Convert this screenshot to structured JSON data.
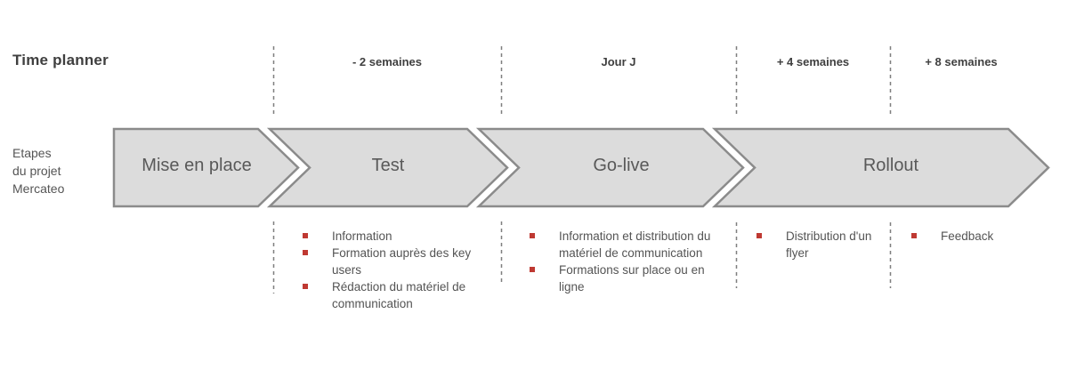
{
  "title": "Time planner",
  "row_label": {
    "lines": [
      "Etapes",
      "du projet",
      "Mercateo"
    ]
  },
  "milestones": [
    {
      "label": "- 2 semaines"
    },
    {
      "label": "Jour J"
    },
    {
      "label": "+ 4 semaines"
    },
    {
      "label": "+ 8 semaines"
    }
  ],
  "phases": [
    {
      "name": "Mise en place"
    },
    {
      "name": "Test"
    },
    {
      "name": "Go-live"
    },
    {
      "name": "Rollout"
    }
  ],
  "task_columns": [
    {
      "items": [
        "Information",
        "Formation auprès des key users",
        "Rédaction du matériel de communication"
      ]
    },
    {
      "items": [
        "Information et distribution du matériel de communication",
        "Formations sur place ou en ligne"
      ]
    },
    {
      "items": [
        "Distribution d'un flyer"
      ]
    },
    {
      "items": [
        "Feedback"
      ]
    }
  ],
  "colors": {
    "chevron_fill": "#dcdcdc",
    "chevron_stroke": "#8b8b8b",
    "dashed_line": "#7f7f7f",
    "bullet": "#bf3932",
    "text_dark": "#3f3f3f",
    "text_body": "#545454"
  }
}
